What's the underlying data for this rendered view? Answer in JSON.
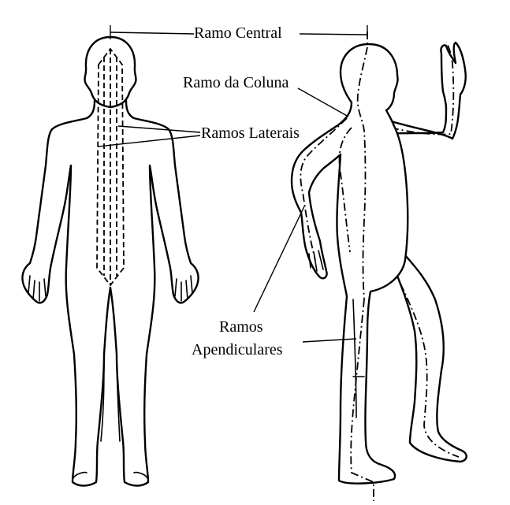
{
  "labels": {
    "central": "Ramo Central",
    "spine": "Ramo da Coluna",
    "lateral": "Ramos Laterais",
    "appendicular_line1": "Ramos",
    "appendicular_line2": "Apendiculares"
  }
}
